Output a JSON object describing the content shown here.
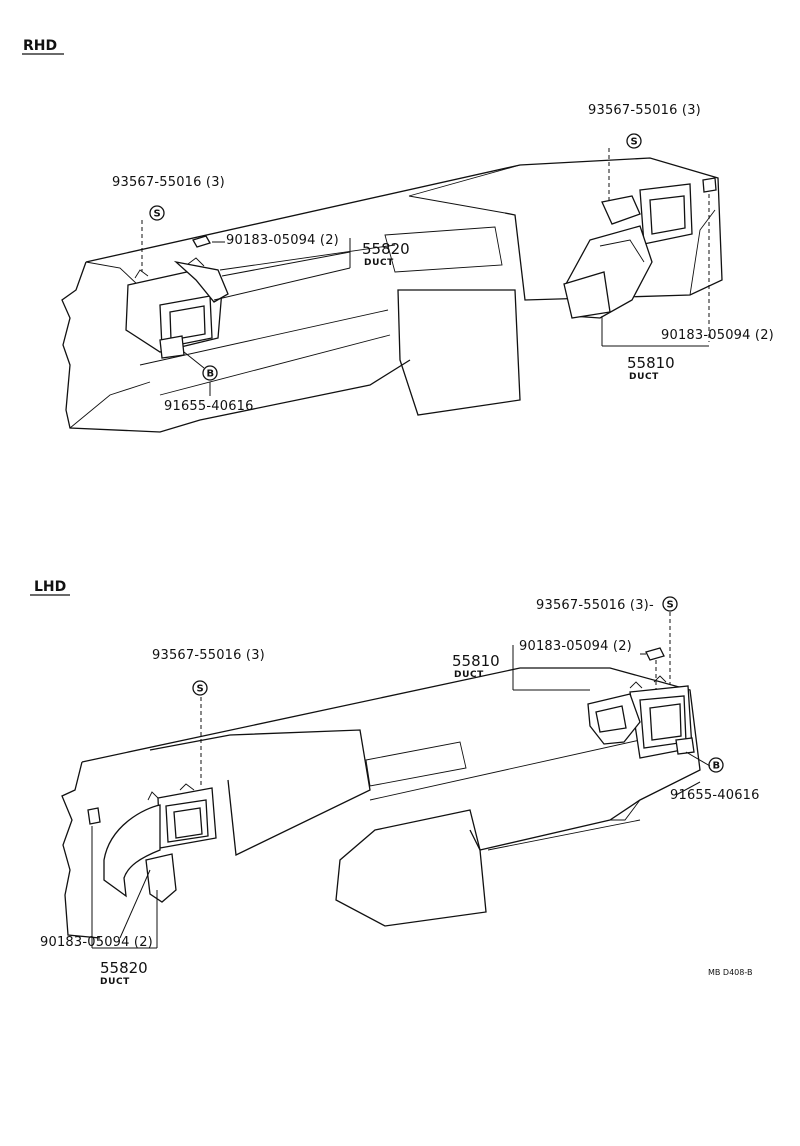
{
  "rhd": {
    "title": "RHD",
    "callouts": {
      "clip_left": "93567-55016 (3)",
      "clip_right": "93567-55016 (3)",
      "clip_left_sym": "S",
      "clip_right_sym": "S",
      "screw_left": "90183-05094 (2)",
      "screw_right": "90183-05094 (2)",
      "bolt": "91655-40616",
      "bolt_sym": "B",
      "duct_left_num": "55820",
      "duct_left_label": "DUCT",
      "duct_right_num": "55810",
      "duct_right_label": "DUCT"
    }
  },
  "lhd": {
    "title": "LHD",
    "callouts": {
      "clip_left": "93567-55016 (3)",
      "clip_left_sym": "S",
      "clip_right": "93567-55016 (3)-",
      "clip_right_sym": "S",
      "screw_right": "90183-05094 (2)",
      "screw_left": "90183-05094 (2)",
      "bolt": "91655-40616",
      "bolt_sym": "B",
      "duct_right_num": "55810",
      "duct_right_label": "DUCT",
      "duct_left_num": "55820",
      "duct_left_label": "DUCT"
    }
  },
  "figure_code": "MB D408-B"
}
